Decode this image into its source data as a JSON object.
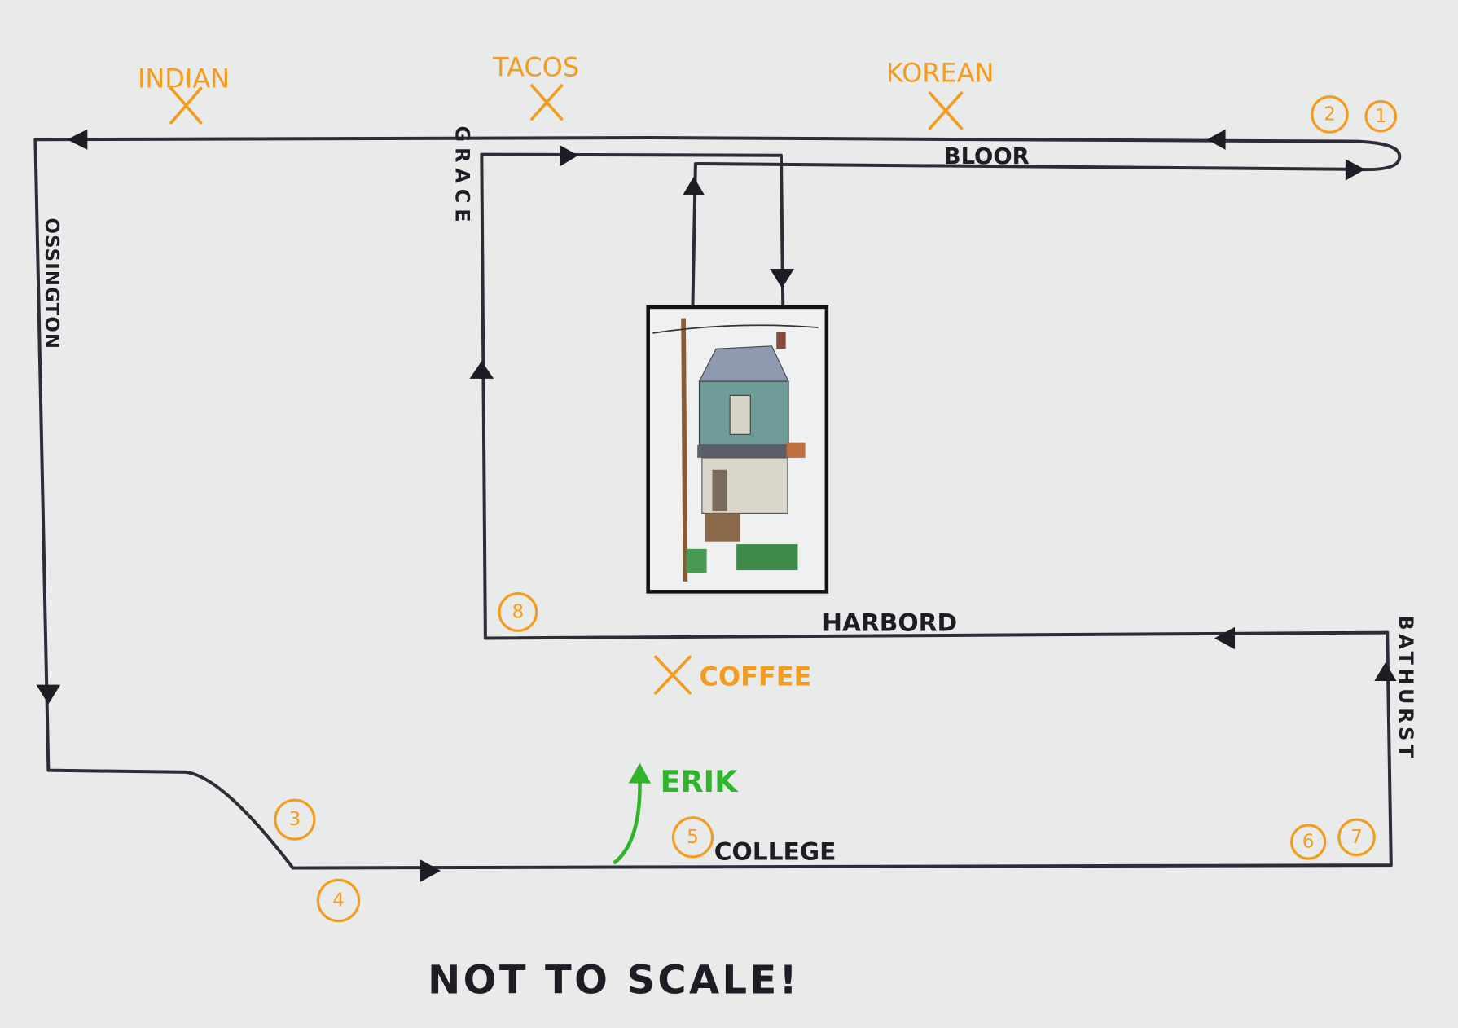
{
  "title": "NOT TO SCALE!",
  "streets": {
    "bloor": "BLOOR",
    "grace": "GRACE",
    "ossington": "OSSINGTON",
    "harbord": "HARBORD",
    "bathurst": "BATHURST",
    "college": "COLLEGE"
  },
  "places": {
    "indian": "INDIAN",
    "tacos": "TACOS",
    "korean": "KOREAN",
    "coffee": "COFFEE",
    "erik": "ERIK"
  },
  "waypoints": [
    "1",
    "2",
    "3",
    "4",
    "5",
    "6",
    "7",
    "8"
  ],
  "colors": {
    "road": "#2d2c38",
    "place": "#f39c1f",
    "erik": "#2fb52a",
    "paper": "#e9ebea"
  }
}
